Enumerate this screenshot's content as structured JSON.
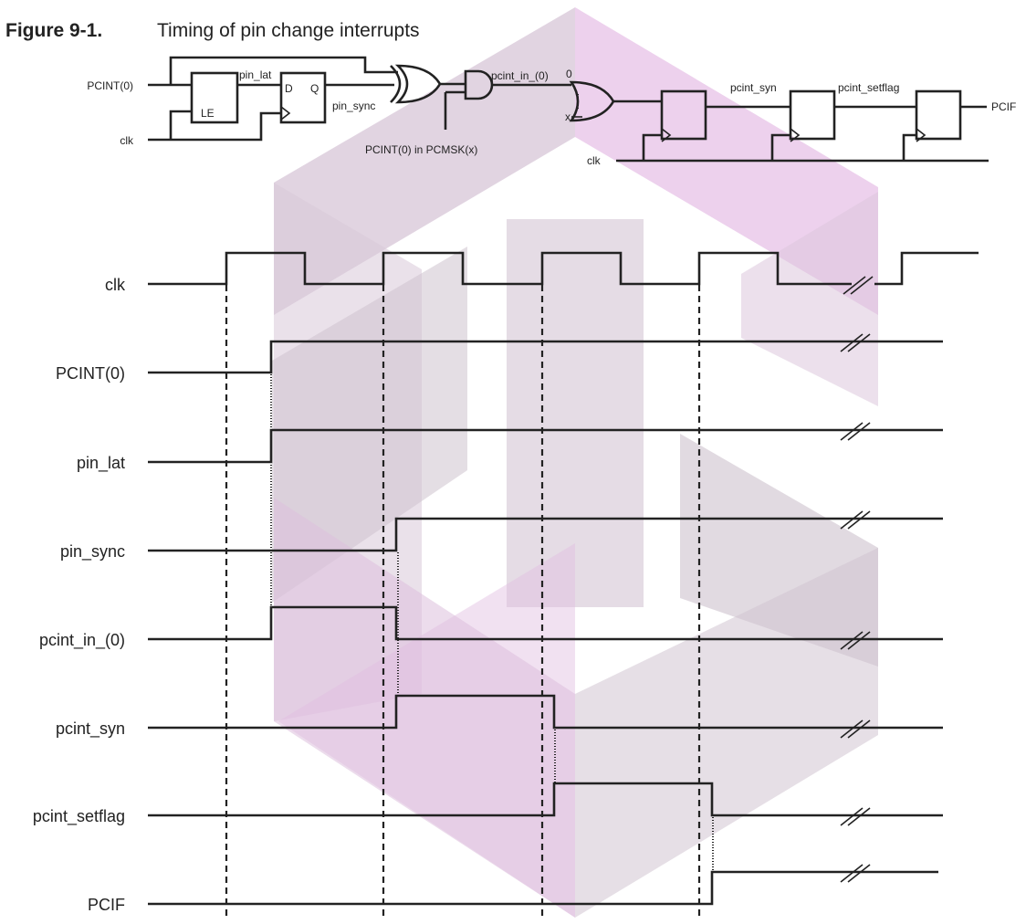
{
  "figure": {
    "number": "Figure 9-1.",
    "title": "Timing of pin change interrupts"
  },
  "circuit": {
    "inputs": [
      "PCINT(0)",
      "clk"
    ],
    "pin_lat": "pin_lat",
    "pin_sync": "pin_sync",
    "latch_pin": "LE",
    "ff_d": "D",
    "ff_q": "Q",
    "pcint_in": "pcint_in_(0)",
    "mask_label": "PCINT(0) in PCMSK(x)",
    "or_in_0": "0",
    "or_in_x": "x",
    "clk2": "clk",
    "pcint_syn": "pcint_syn",
    "pcint_setflag": "pcint_setflag",
    "output": "PCIF"
  },
  "timing": {
    "signals": [
      "clk",
      "PCINT(0)",
      "pin_lat",
      "pin_sync",
      "pcint_in_(0)",
      "pcint_syn",
      "pcint_setflag",
      "PCIF"
    ]
  }
}
